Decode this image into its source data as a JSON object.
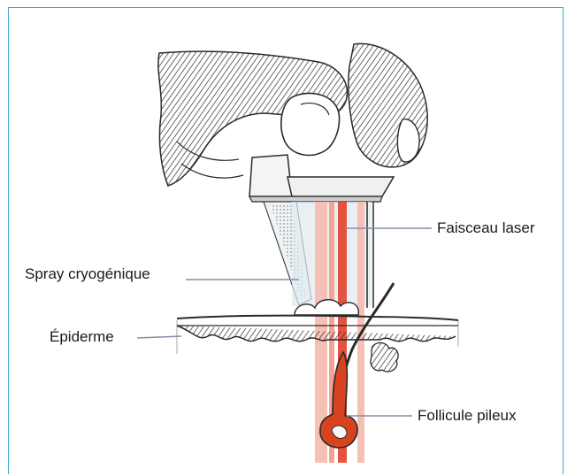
{
  "labels": {
    "laser_beam": "Faisceau laser",
    "cryogenic_spray": "Spray cryogénique",
    "epidermis": "Épiderme",
    "hair_follicle": "Follicule pileux"
  },
  "colors": {
    "frame_border": "#3aa6c9",
    "laser": "#e4533f",
    "laser_glow": "#f6c0b4",
    "follicle": "#d8431f",
    "ink": "#2a2a2a",
    "leader_line": "#8a8aa8",
    "spray_shade": "#dfeaf0"
  }
}
